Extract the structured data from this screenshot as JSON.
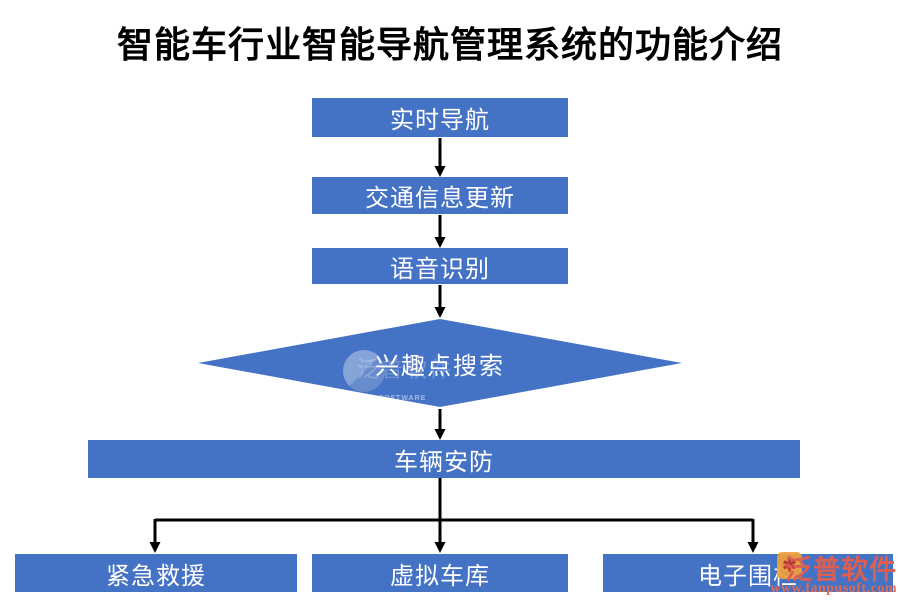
{
  "title": "智能车行业智能导航管理系统的功能介绍",
  "colors": {
    "box_fill": "#4472C4",
    "box_text": "#ffffff",
    "arrow": "#000000",
    "title_text": "#000000",
    "watermark_red": "#DA6052",
    "watermark_orange": "#EFA03B"
  },
  "flowchart": {
    "type": "flowchart",
    "nodes": [
      {
        "id": "realtime-navigation",
        "label": "实时导航",
        "shape": "rect"
      },
      {
        "id": "traffic-info-update",
        "label": "交通信息更新",
        "shape": "rect"
      },
      {
        "id": "voice-recognition",
        "label": "语音识别",
        "shape": "rect"
      },
      {
        "id": "poi-search",
        "label": "兴趣点搜索",
        "shape": "diamond"
      },
      {
        "id": "vehicle-security",
        "label": "车辆安防",
        "shape": "rect-wide"
      },
      {
        "id": "emergency-rescue",
        "label": "紧急救援",
        "shape": "rect"
      },
      {
        "id": "virtual-garage",
        "label": "虚拟车库",
        "shape": "rect"
      },
      {
        "id": "electronic-fence",
        "label": "电子围栏",
        "shape": "rect"
      }
    ],
    "edges": [
      {
        "from": "实时导航",
        "to": "交通信息更新"
      },
      {
        "from": "交通信息更新",
        "to": "语音识别"
      },
      {
        "from": "语音识别",
        "to": "兴趣点搜索"
      },
      {
        "from": "兴趣点搜索",
        "to": "车辆安防"
      },
      {
        "from": "车辆安防",
        "to": "紧急救援"
      },
      {
        "from": "车辆安防",
        "to": "虚拟车库"
      },
      {
        "from": "车辆安防",
        "to": "电子围栏"
      }
    ]
  },
  "watermark": {
    "brand": "泛普软件",
    "url": "www.fanpusoft.com",
    "logo_glyph": "✱",
    "diamond_logo_text": "泛普软件",
    "diamond_logo_sub": "FANPU SOFTWARE"
  }
}
